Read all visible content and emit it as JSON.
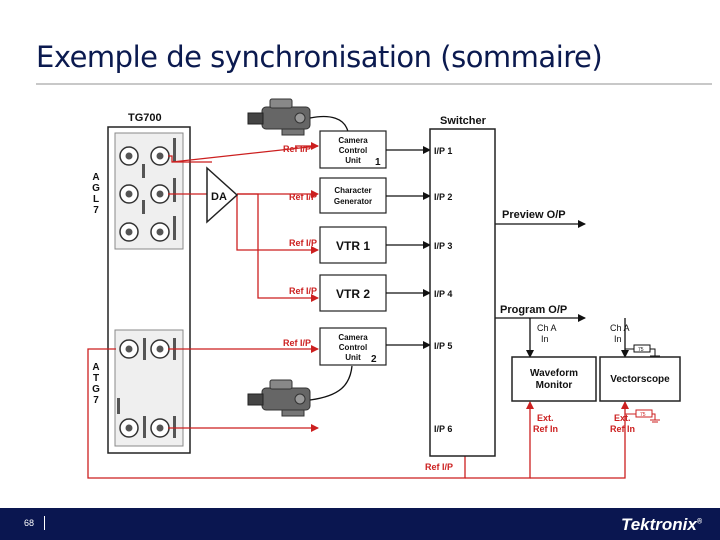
{
  "slide": {
    "title": "Exemple de synchronisation (sommaire)",
    "page_number": "68"
  },
  "footer": {
    "logo": "Tektronix",
    "logo_mark": "®"
  },
  "colors": {
    "title": "#0b1a4f",
    "footer_bg": "#0a1650",
    "signal_red": "#cc1f1f",
    "line_black": "#111111"
  },
  "generator": {
    "model": "TG700",
    "agl7_letters": [
      "A",
      "G",
      "L",
      "7"
    ],
    "atg7_letters": [
      "A",
      "T",
      "G",
      "7"
    ],
    "da_label": "DA"
  },
  "devices": {
    "camera_ccu_1": [
      "Camera",
      "Control",
      "Unit"
    ],
    "ccu1_number": "1",
    "char_gen": [
      "Character",
      "Generator"
    ],
    "vtr1": "VTR 1",
    "vtr2": "VTR 2",
    "camera_ccu_2": [
      "Camera",
      "Control",
      "Unit"
    ],
    "ccu2_number": "2",
    "waveform": [
      "Waveform",
      "Monitor"
    ],
    "vectorscope": "Vectorscope"
  },
  "refs": {
    "ref1": "Ref I/P",
    "ref2": "Ref I/P",
    "ref3": "Ref I/P",
    "ref4": "Ref I/P",
    "ref5": "Ref I/P",
    "ref6": "Ref I/P"
  },
  "switcher": {
    "label": "Switcher",
    "inputs": [
      "I/P 1",
      "I/P 2",
      "I/P 3",
      "I/P 4",
      "I/P 5",
      "I/P 6"
    ],
    "preview": "Preview O/P",
    "program": "Program O/P"
  },
  "monitor_labels": {
    "cha_left": [
      "Ch A",
      "In"
    ],
    "cha_right": [
      "Ch A",
      "In"
    ],
    "ext_left": [
      "Ext.",
      "Ref In"
    ],
    "ext_right": [
      "Ext.",
      "Ref In"
    ],
    "term1": "75",
    "term2": "75"
  }
}
